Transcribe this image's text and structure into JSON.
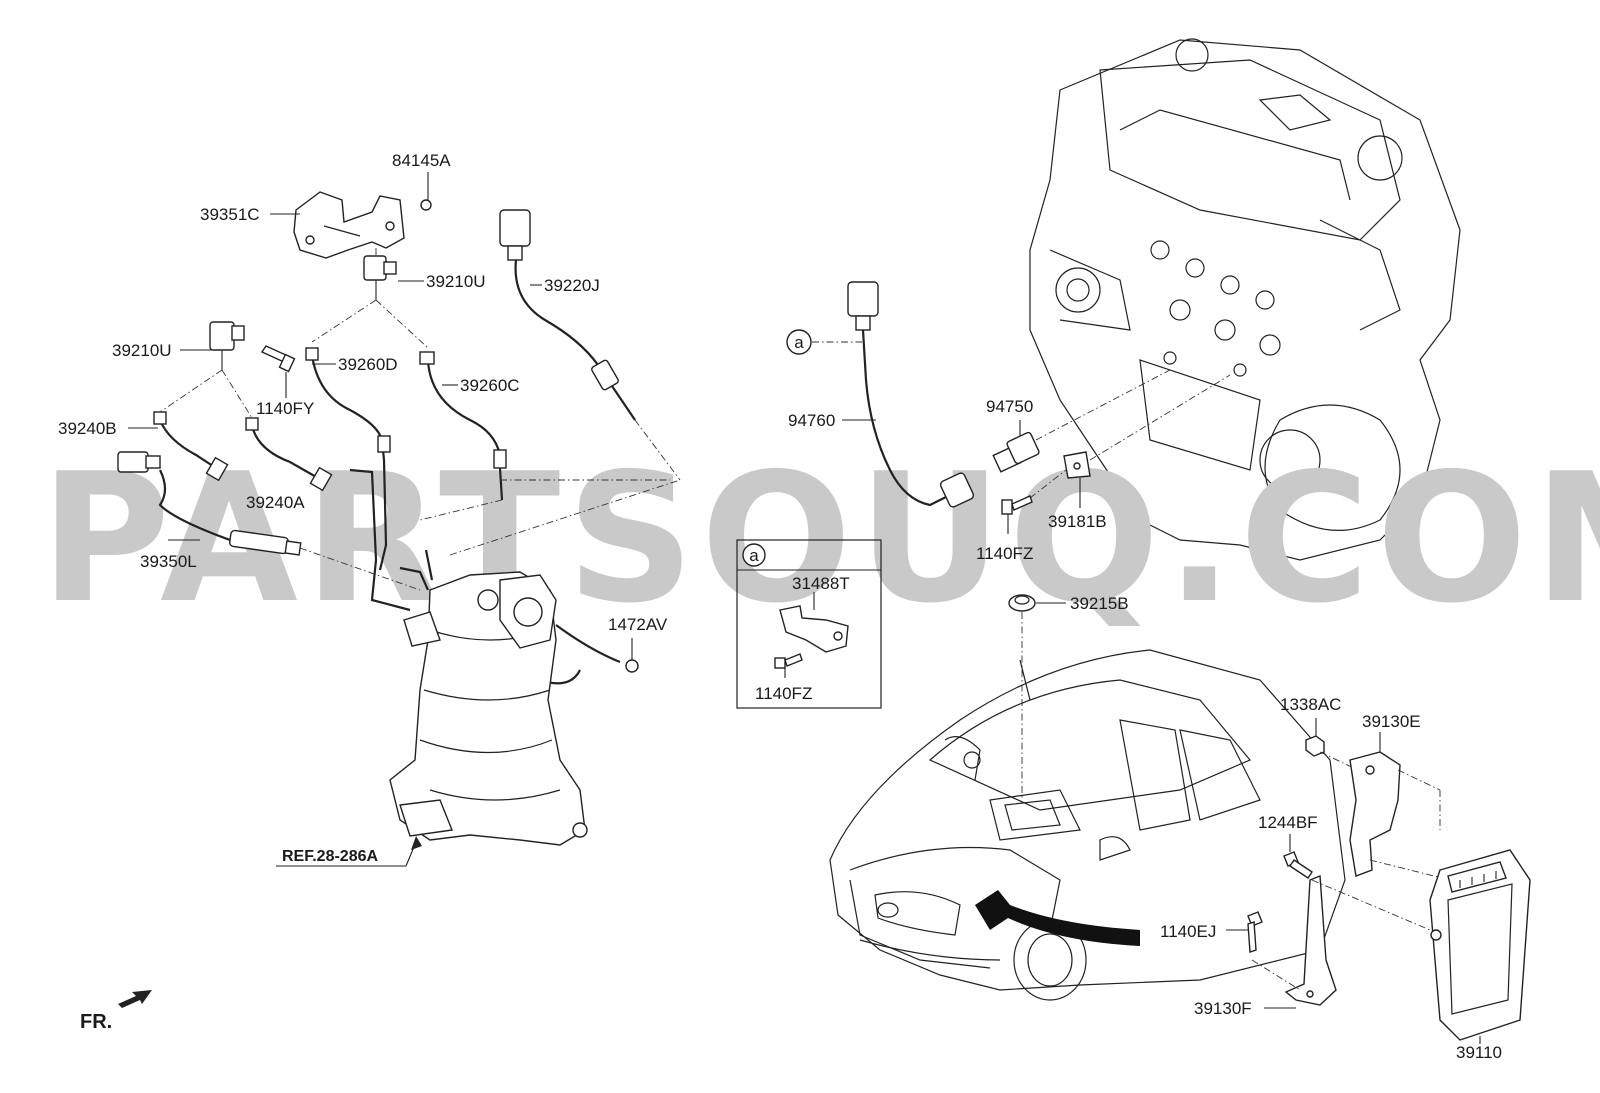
{
  "watermark": "PARTSOUQ.COM",
  "labels": {
    "p84145A": "84145A",
    "p39351C": "39351C",
    "p39210U_top": "39210U",
    "p39220J": "39220J",
    "p39210U_left": "39210U",
    "p39260D": "39260D",
    "p39260C": "39260C",
    "p1140FY": "1140FY",
    "p39240B": "39240B",
    "p39240A": "39240A",
    "p39350L": "39350L",
    "p1472AV": "1472AV",
    "p94760": "94760",
    "p94750": "94750",
    "p39181B": "39181B",
    "p1140FZ_right": "1140FZ",
    "p39215B": "39215B",
    "p31488T": "31488T",
    "p1140FZ_box": "1140FZ",
    "p1338AC": "1338AC",
    "p39130E": "39130E",
    "p1244BF": "1244BF",
    "p1140EJ": "1140EJ",
    "p39130F": "39130F",
    "p39110": "39110"
  },
  "callout_a": "a",
  "detail_box_tag": "a",
  "reference": "REF.28-286A",
  "front_indicator": "FR."
}
